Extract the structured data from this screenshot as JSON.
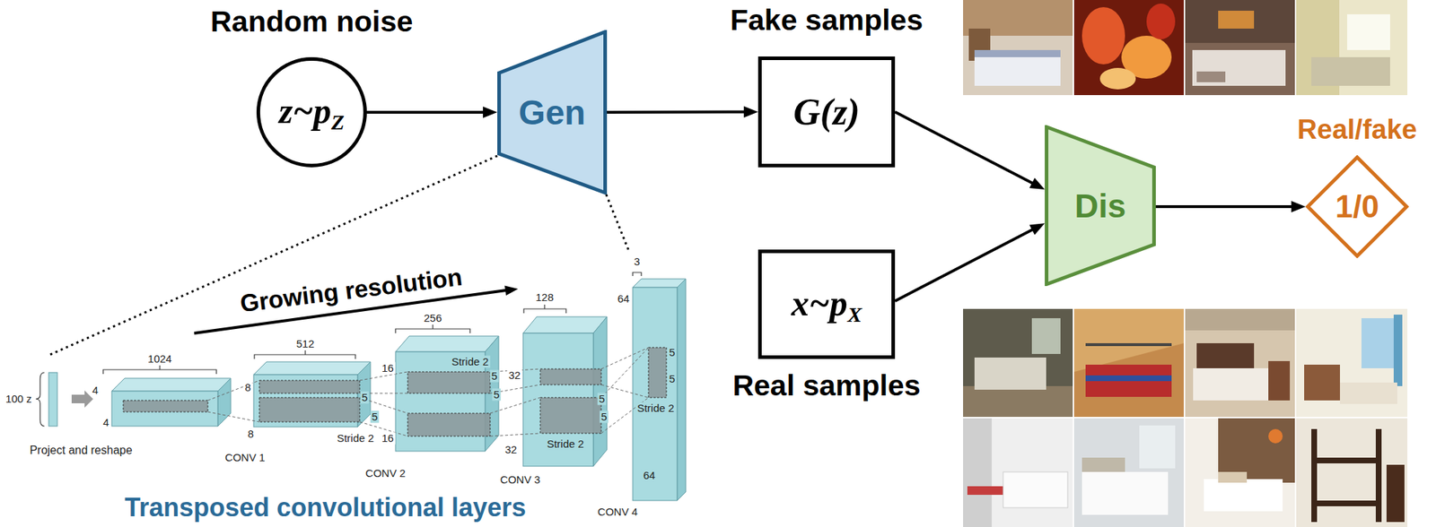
{
  "diagram": {
    "nodes": [
      {
        "text": [
          "Random noise",
          "z~pZ"
        ]
      },
      {
        "text": [
          "Gen"
        ]
      },
      {
        "text": [
          "Fake samples",
          "G(z)"
        ]
      },
      {
        "text": [
          "x~pX",
          "Real samples"
        ]
      },
      {
        "text": [
          "Dis"
        ]
      },
      {
        "text": [
          "Real/fake",
          "1/0"
        ]
      }
    ],
    "edges": [
      {
        "from": 0,
        "to": 1,
        "arrow": "to"
      },
      {
        "from": 1,
        "to": 2,
        "arrow": "to"
      },
      {
        "from": 2,
        "to": 4,
        "arrow": "to"
      },
      {
        "from": 3,
        "to": 4,
        "arrow": "to"
      },
      {
        "from": 4,
        "to": 5,
        "arrow": "to"
      }
    ],
    "labels": [
      "Growing resolution",
      "1024",
      "512",
      "256",
      "128",
      "3",
      "64",
      "4",
      "16",
      "8",
      "Stride 2",
      "32",
      "5",
      "5",
      "100 z",
      "5",
      "5",
      "5",
      "5",
      "5",
      "5",
      "Stride 2",
      "4",
      "8",
      "16",
      "Stride 2",
      "Stride 2",
      "32",
      "Project and reshape",
      "CONV 1",
      "CONV 2",
      "64",
      "CONV 3",
      "CONV 4",
      "Transposed convolutional layers"
    ]
  }
}
